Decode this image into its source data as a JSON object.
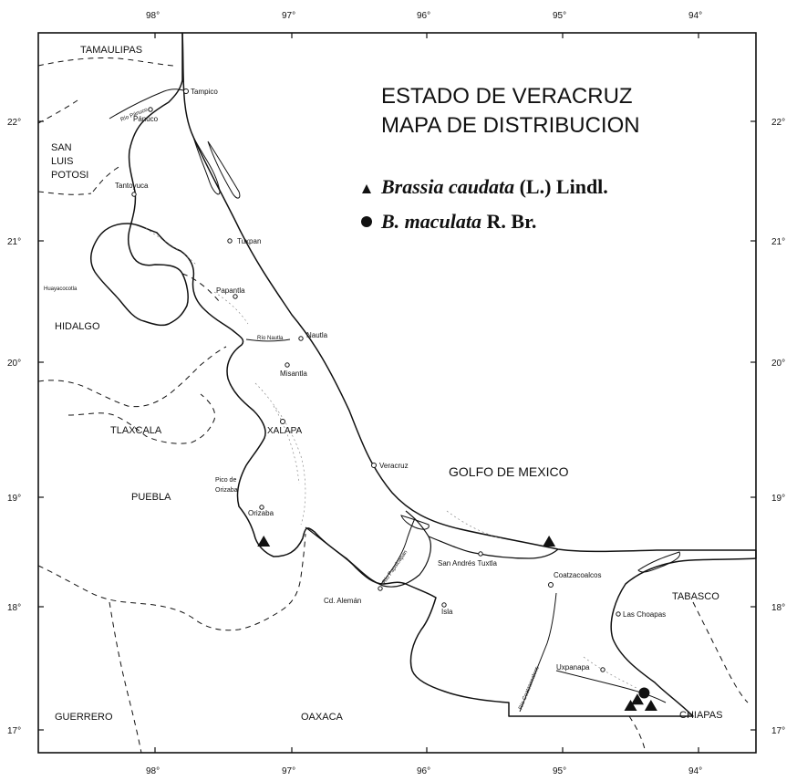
{
  "title": {
    "line1": "ESTADO DE VERACRUZ",
    "line2": "MAPA DE DISTRIBUCION"
  },
  "legend": [
    {
      "symbol": "triangle",
      "species": "Brassia caudata",
      "author": " (L.) Lindl."
    },
    {
      "symbol": "circle",
      "species": "B. maculata",
      "author": " R. Br."
    }
  ],
  "longitude_ticks": [
    "98°",
    "97°",
    "96°",
    "95°",
    "94°"
  ],
  "latitude_ticks": [
    "22°",
    "21°",
    "20°",
    "19°",
    "18°",
    "17°"
  ],
  "states": {
    "tamaulipas": "TAMAULIPAS",
    "slp1": "SAN",
    "slp2": "LUIS",
    "slp3": "POTOSI",
    "hidalgo": "HIDALGO",
    "tlaxcala": "TLAXCALA",
    "puebla": "PUEBLA",
    "guerrero": "GUERRERO",
    "oaxaca": "OAXACA",
    "tabasco": "TABASCO",
    "chiapas": "CHIAPAS",
    "gulf": "GOLFO DE MEXICO"
  },
  "cities": {
    "tampico": "Tampico",
    "panuco": "Pánuco",
    "tantoyuca": "Tantoyuca",
    "tuxpan": "Tuxpan",
    "huayacocotla": "Huayacocotla",
    "papantla": "Papantla",
    "nautla": "Nautla",
    "misantla": "Misantla",
    "xalapa": "XALAPA",
    "veracruz": "Veracruz",
    "pico1": "Pico de",
    "pico2": "Orizaba",
    "orizaba": "Orizaba",
    "san_andres": "San Andrés Tuxtla",
    "coatzacoalcos": "Coatzacoalcos",
    "cd_aleman": "Cd. Alemán",
    "isla": "Isla",
    "las_choapas": "Las Choapas",
    "uxpanapa": "Uxpanapa"
  },
  "rivers": {
    "panuco": "Río Pánuco",
    "nautla": "Río Nautla",
    "papaloapan": "Río Papaloapan",
    "coatzacoalcos": "Río Coatzacoalcos"
  },
  "records": {
    "brassia_caudata": [
      [
        -97.2,
        18.6
      ],
      [
        -95.1,
        18.6
      ],
      [
        -94.5,
        17.2
      ],
      [
        -94.35,
        17.2
      ],
      [
        -94.45,
        17.25
      ]
    ],
    "brassia_maculata": [
      [
        -94.4,
        17.3
      ]
    ]
  }
}
